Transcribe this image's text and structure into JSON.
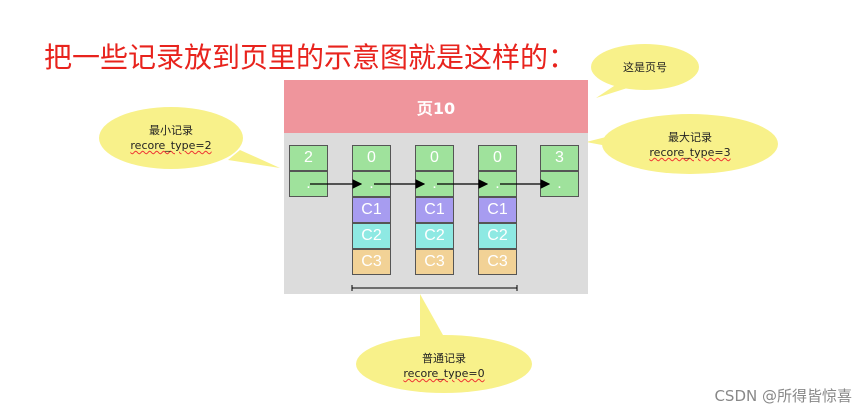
{
  "title": "把一些记录放到页里的示意图就是这样的：",
  "page": {
    "label": "页10"
  },
  "callouts": {
    "page_number": {
      "line1": "这是页号"
    },
    "min_record": {
      "line1": "最小记录",
      "line2": "recore_type=2"
    },
    "max_record": {
      "line1": "最大记录",
      "line2": "recore_type=3"
    },
    "normal_record": {
      "line1": "普通记录",
      "line2": "recore_type=0"
    }
  },
  "records": [
    {
      "type": "2",
      "ptr": "."
    },
    {
      "type": "0",
      "ptr": ".",
      "cols": [
        "C1",
        "C2",
        "C3"
      ]
    },
    {
      "type": "0",
      "ptr": ".",
      "cols": [
        "C1",
        "C2",
        "C3"
      ]
    },
    {
      "type": "0",
      "ptr": ".",
      "cols": [
        "C1",
        "C2",
        "C3"
      ]
    },
    {
      "type": "3",
      "ptr": "."
    }
  ],
  "colors": {
    "title": "#e8231d",
    "page_header": "#ef959c",
    "page_body": "#dcdcdc",
    "record_header": "#9fe29c",
    "c1": "#a79cf0",
    "c2": "#8ee9e3",
    "c3": "#f2d296",
    "callout": "#f8f18a"
  },
  "watermark": "CSDN @所得皆惊喜"
}
